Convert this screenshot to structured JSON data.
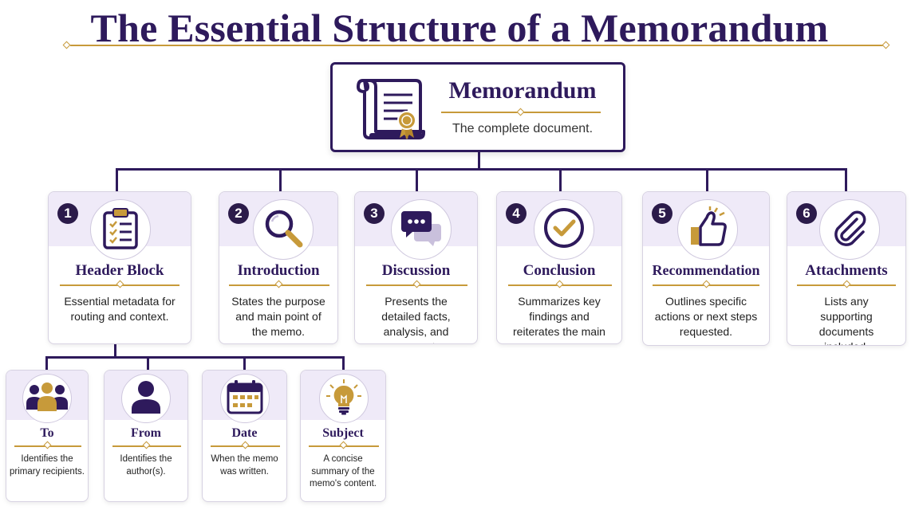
{
  "title": "The Essential Structure of a Memorandum",
  "root": {
    "title": "Memorandum",
    "description": "The complete document.",
    "icon": "scroll-certificate-icon"
  },
  "sections": [
    {
      "number": "1",
      "title": "Header Block",
      "description": "Essential metadata for routing and context.",
      "icon": "clipboard-checklist-icon"
    },
    {
      "number": "2",
      "title": "Introduction",
      "description": "States the purpose and main point of the memo.",
      "icon": "magnifying-glass-icon"
    },
    {
      "number": "3",
      "title": "Discussion",
      "description": "Presents the detailed facts, analysis, and arguments.",
      "icon": "speech-bubbles-icon"
    },
    {
      "number": "4",
      "title": "Conclusion",
      "description": "Summarizes key findings and reiterates the main message.",
      "icon": "checkmark-circle-icon"
    },
    {
      "number": "5",
      "title": "Recommendation",
      "description": "Outlines specific actions or next steps requested.",
      "icon": "thumbs-up-icon"
    },
    {
      "number": "6",
      "title": "Attachments",
      "description": "Lists any supporting documents included.",
      "icon": "paperclip-icon"
    }
  ],
  "header_fields": [
    {
      "title": "To",
      "description": "Identifies the primary recipients.",
      "icon": "group-people-icon"
    },
    {
      "title": "From",
      "description": "Identifies the author(s).",
      "icon": "person-icon"
    },
    {
      "title": "Date",
      "description": "When the memo was written.",
      "icon": "calendar-icon"
    },
    {
      "title": "Subject",
      "description": "A concise summary of the memo's content.",
      "icon": "lightbulb-icon"
    }
  ],
  "colors": {
    "primary": "#2e1a5c",
    "accent": "#c79a3a",
    "band": "#efeaf8"
  }
}
